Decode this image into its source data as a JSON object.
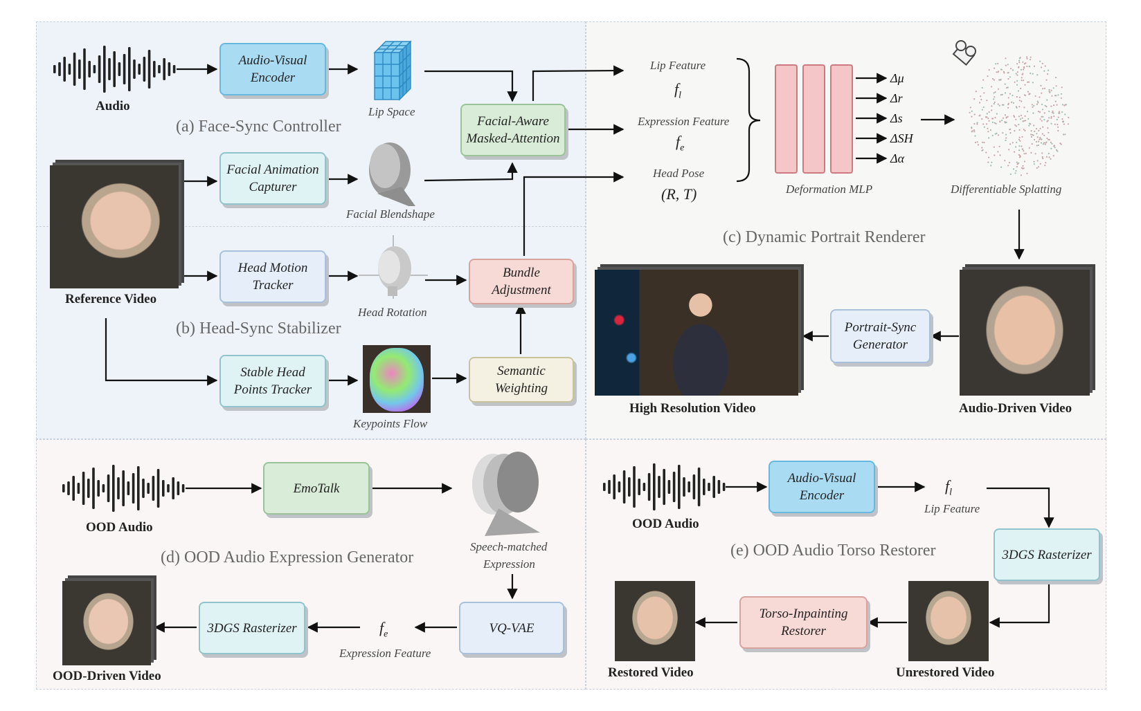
{
  "sections": {
    "a": "(a) Face-Sync Controller",
    "b": "(b) Head-Sync Stabilizer",
    "c": "(c) Dynamic Portrait Renderer",
    "d": "(d) OOD Audio Expression Generator",
    "e": "(e) OOD Audio Torso Restorer"
  },
  "boxes": {
    "av_encoder": "Audio-Visual Encoder",
    "facial_capturer": "Facial Animation Capturer",
    "facial_attention": "Facial-Aware Masked-Attention",
    "head_tracker": "Head Motion Tracker",
    "bundle": "Bundle Adjustment",
    "stable_tracker": "Stable Head Points Tracker",
    "semantic": "Semantic Weighting",
    "portrait_gen": "Portrait-Sync Generator",
    "emotalk": "EmoTalk",
    "vqvae": "VQ-VAE",
    "raster_d": "3DGS Rasterizer",
    "av_encoder_e": "Audio-Visual Encoder",
    "raster_e": "3DGS Rasterizer",
    "torso": "Torso-Inpainting Restorer"
  },
  "captions": {
    "audio": "Audio",
    "lip_space": "Lip Space",
    "facial_blendshape": "Facial Blendshape",
    "reference_video": "Reference Video",
    "head_rotation": "Head Rotation",
    "keypoints_flow": "Keypoints Flow",
    "lip_feature": "Lip Feature",
    "expression_feature": "Expression Feature",
    "head_pose": "Head Pose",
    "head_pose_math": "(R, T)",
    "fl": "f",
    "fl_sub": "l",
    "fe": "f",
    "fe_sub": "e",
    "deformation_mlp": "Deformation MLP",
    "diff_splatting": "Differentiable Splatting",
    "high_res_video": "High Resolution Video",
    "audio_driven_video": "Audio-Driven Video",
    "ood_audio_d": "OOD Audio",
    "speech_matched": "Speech-matched",
    "expression_word": "Expression",
    "expression_feature_d": "Expression Feature",
    "ood_driven_video": "OOD-Driven Video",
    "ood_audio_e": "OOD Audio",
    "lip_feature_e": "Lip Feature",
    "restored_video": "Restored Video",
    "unrestored_video": "Unrestored Video"
  },
  "deltas": [
    "Δμ",
    "Δr",
    "Δs",
    "ΔSH",
    "Δα"
  ],
  "colors": {
    "panel_top_left": "#edf3f9",
    "panel_top_right": "#f7f8f6",
    "panel_bottom": "#faf6f6",
    "mlp_fill": "#f4c6c8",
    "mlp_stroke": "#c97b80",
    "lip_cube": "#5ab8e6"
  }
}
